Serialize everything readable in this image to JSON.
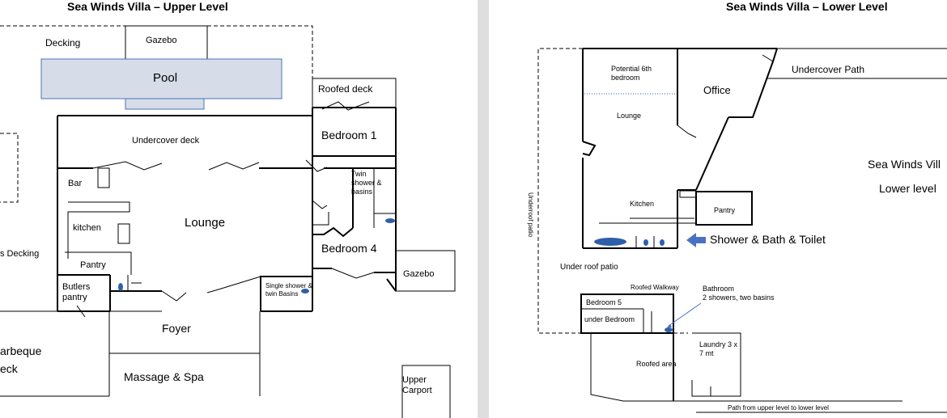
{
  "colors": {
    "pool_fill": "#d6dde8",
    "pool_stroke": "#4a72b8",
    "fixture": "#2e5fa8",
    "arrow": "#4a72c4",
    "divider": "#dedede"
  },
  "upper": {
    "title": "Sea Winds Villa – Upper Level",
    "decking": "Decking",
    "gazebo_top": "Gazebo",
    "pool": "Pool",
    "roofed_deck": "Roofed deck",
    "undercover_deck": "Undercover deck",
    "bedroom1": "Bedroom 1",
    "bar": "Bar",
    "twin_shower": "Twin\nshower &\nbasins",
    "kitchen": "kitchen",
    "lounge": "Lounge",
    "bedroom4": "Bedroom 4",
    "decking_left": "s Decking",
    "pantry": "Pantry",
    "gazebo_right": "Gazebo",
    "butlers": "Butlers\npantry",
    "single_shower": "Single shower &\ntwin Basins",
    "foyer": "Foyer",
    "barbeque": "arbeque",
    "deck": "eck",
    "massage": "Massage & Spa",
    "carport": "Upper\nCarport"
  },
  "lower": {
    "title": "Sea Winds Villa – Lower Level",
    "potential": "Potential 6th\nbedroom",
    "office": "Office",
    "undercover_path": "Undercover Path",
    "lounge": "Lounge",
    "villa_name": "Sea Winds Vill",
    "lower_level": "Lower level",
    "underroof_patio_vertical": "Underroof patio",
    "kitchen": "Kitchen",
    "pantry": "Pantry",
    "shower_bath": "Shower & Bath & Toilet",
    "under_roof_patio": "Under roof patio",
    "roofed_walkway": "Roofed Walkway",
    "bathroom": "Bathroom\n2 showers, two basins",
    "bedroom5": "Bedroom  5",
    "under_bedroom": "under Bedroom",
    "laundry": "Laundry 3 x\n7 mt",
    "roofed_area": "Roofed area",
    "path": "Path from upper level to lower level"
  }
}
